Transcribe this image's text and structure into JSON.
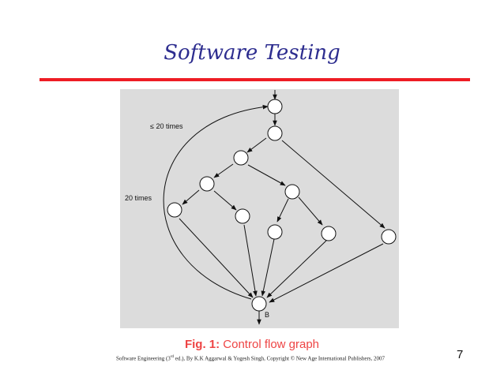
{
  "slide": {
    "title": "Software Testing",
    "caption_label": "Fig. 1:",
    "caption_text": " Control flow graph",
    "footer_pre": "Software Engineering (3",
    "footer_sup": "rd",
    "footer_post": " ed.), By K.K Aggarwal & Yogesh Singh, Copyright © New Age International Publishers, 2007",
    "page_number": "7"
  },
  "figure": {
    "label_loop_inner": "≤ 20 times",
    "label_loop_outer": "20 times",
    "label_exit": "B"
  },
  "colors": {
    "title": "#2d2d8f",
    "rule": "#ee1c24",
    "caption": "#ee4444",
    "figure_bg": "#dcdcdc"
  }
}
